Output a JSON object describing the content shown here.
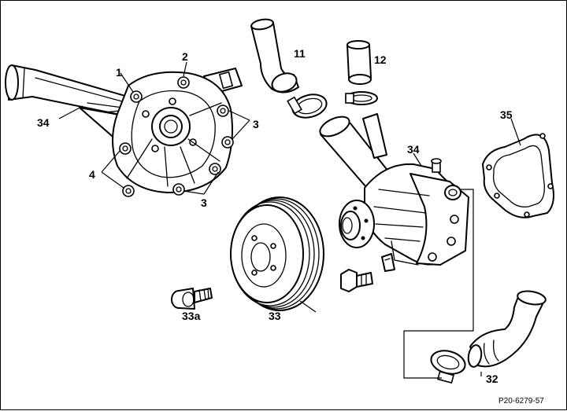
{
  "diagram": {
    "labels": {
      "bolt_1": "1",
      "bolt_2": "2",
      "bolts_3_upper": "3",
      "bolts_3_lower": "3",
      "bolts_4": "4",
      "hose_11": "11",
      "hose_12": "12",
      "pump_left": "34",
      "pump_right": "34",
      "gasket": "35",
      "pulley": "33",
      "pulley_bolt": "33a",
      "hose_32": "32"
    },
    "figure_ref": "P20-6279-57"
  }
}
